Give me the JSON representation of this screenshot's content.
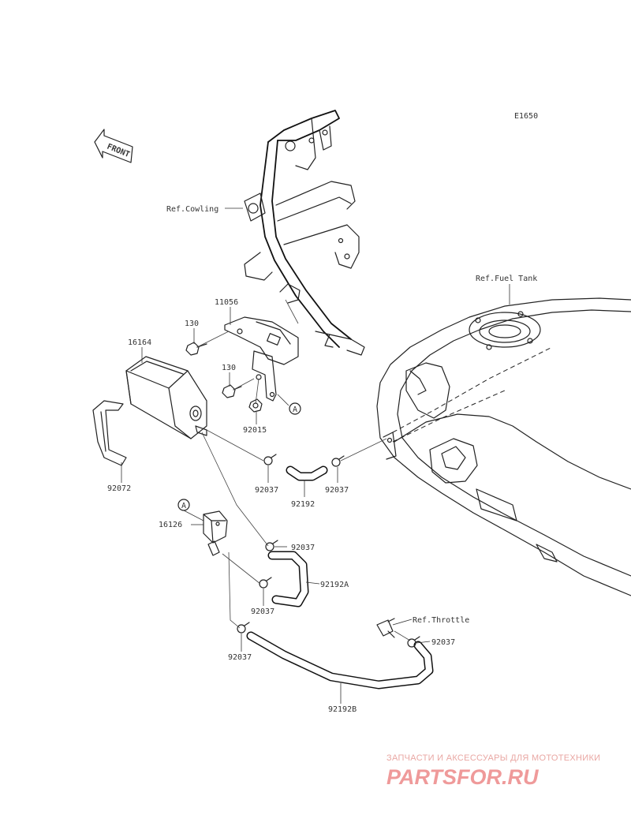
{
  "diagram": {
    "code": "E1650",
    "front_label": "FRONT",
    "refs": {
      "cowling": "Ref.Cowling",
      "fuel_tank": "Ref.Fuel Tank",
      "throttle": "Ref.Throttle"
    },
    "parts": {
      "p11056": "11056",
      "p130a": "130",
      "p130b": "130",
      "p16164": "16164",
      "p92015": "92015",
      "p92072": "92072",
      "p92037_1": "92037",
      "p92192": "92192",
      "p92037_2": "92037",
      "p16126": "16126",
      "p92037_3": "92037",
      "p92192A": "92192A",
      "p92037_4": "92037",
      "p92037_5": "92037",
      "p92037_6": "92037",
      "p92192B": "92192B"
    },
    "markers": {
      "a1": "A",
      "a2": "A"
    }
  },
  "watermark": {
    "caption": "ЗАПЧАСТИ И АКСЕССУАРЫ ДЛЯ МОТОТЕХНИКИ",
    "brand": "PARTSFOR.RU",
    "color": "#ef9a9a"
  }
}
